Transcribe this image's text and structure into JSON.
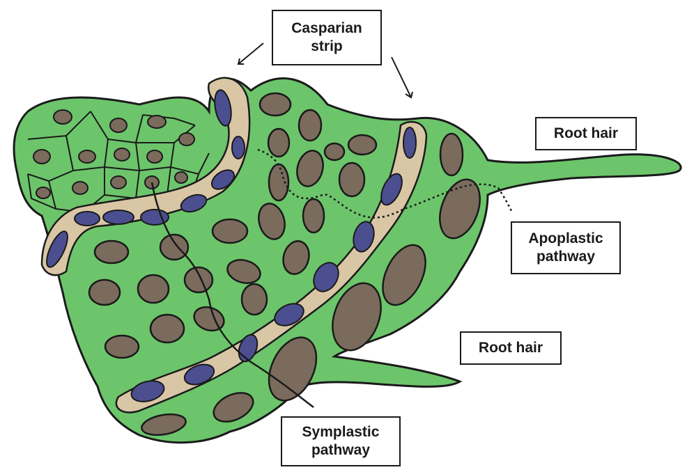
{
  "labels": {
    "casparian_line1": "Casparian",
    "casparian_line2": "strip",
    "root_hair_top": "Root hair",
    "apoplastic_line1": "Apoplastic",
    "apoplastic_line2": "pathway",
    "root_hair_bottom": "Root hair",
    "symplastic_line1": "Symplastic",
    "symplastic_line2": "pathway"
  },
  "colors": {
    "cell_green": "#6cc56b",
    "nucleus_brown": "#7a6b5d",
    "casparian_tan": "#d9c6a5",
    "casparian_blue": "#4b4f8f",
    "outline": "#1a1a1a"
  }
}
